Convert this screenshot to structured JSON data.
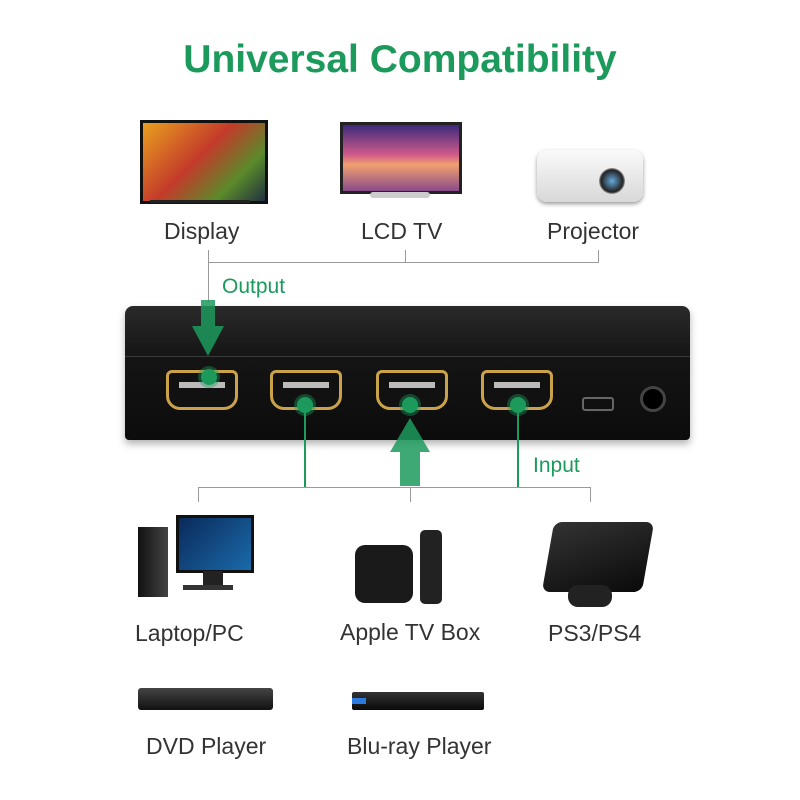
{
  "title": "Universal Compatibility",
  "outputs": [
    {
      "label": "Display",
      "icon": "display-icon"
    },
    {
      "label": "LCD TV",
      "icon": "lcd-tv-icon"
    },
    {
      "label": "Projector",
      "icon": "projector-icon"
    }
  ],
  "output_label": "Output",
  "input_label": "Input",
  "inputs": [
    {
      "label": "Laptop/PC",
      "icon": "pc-icon"
    },
    {
      "label": "Apple TV Box",
      "icon": "apple-tv-icon"
    },
    {
      "label": "PS3/PS4",
      "icon": "console-icon"
    },
    {
      "label": "DVD Player",
      "icon": "dvd-player-icon"
    },
    {
      "label": "Blu-ray Player",
      "icon": "bluray-player-icon"
    }
  ],
  "colors": {
    "accent": "#1c9a5c",
    "device": "#151515",
    "port_gold": "#c9a24a"
  }
}
